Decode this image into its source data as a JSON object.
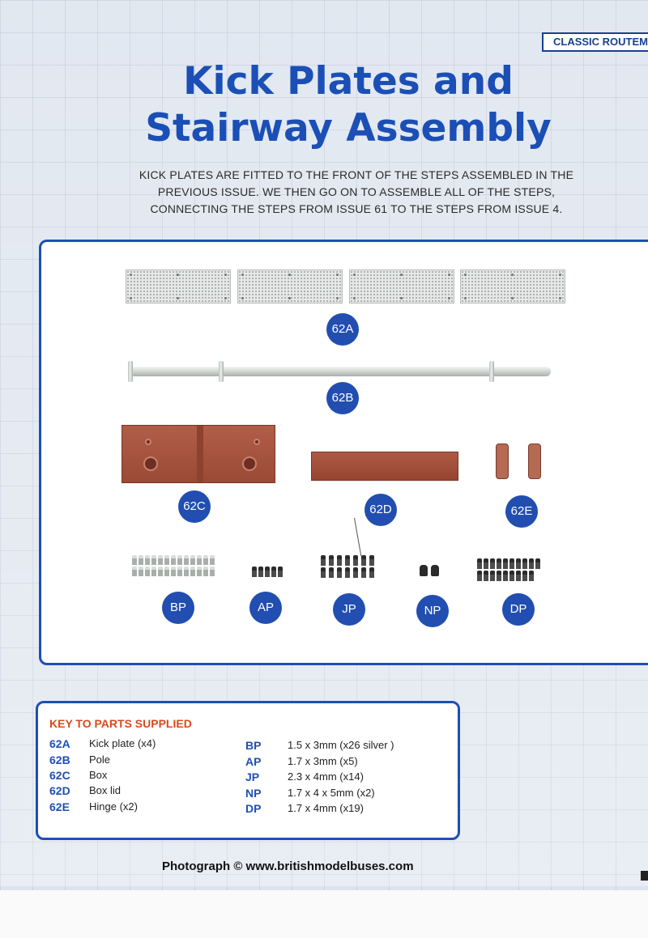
{
  "series": "CLASSIC ROUTEMASTER",
  "title": {
    "line1": "Kick Plates and",
    "line2": "Stairway Assembly"
  },
  "intro": "KICK PLATES ARE FITTED TO THE FRONT OF THE STEPS ASSEMBLED IN THE PREVIOUS ISSUE. WE THEN GO ON TO ASSEMBLE ALL OF THE STEPS, CONNECTING THE STEPS FROM ISSUE 61 TO THE STEPS FROM ISSUE 4.",
  "labels": {
    "p62a": "62A",
    "p62b": "62B",
    "p62c": "62C",
    "p62d": "62D",
    "p62e": "62E",
    "bp": "BP",
    "ap": "AP",
    "jp": "JP",
    "np": "NP",
    "dp": "DP"
  },
  "key": {
    "title": "KEY TO PARTS SUPPLIED",
    "left": [
      {
        "code": "62A",
        "desc": "Kick plate (x4)"
      },
      {
        "code": "62B",
        "desc": "Pole"
      },
      {
        "code": "62C",
        "desc": "Box"
      },
      {
        "code": "62D",
        "desc": "Box lid"
      },
      {
        "code": "62E",
        "desc": "Hinge (x2)"
      }
    ],
    "right": [
      {
        "code": "BP",
        "desc": "1.5 x 3mm (x26 silver )"
      },
      {
        "code": "AP",
        "desc": "1.7 x 3mm (x5)"
      },
      {
        "code": "JP",
        "desc": "2.3 x 4mm (x14)"
      },
      {
        "code": "NP",
        "desc": "1.7 x 4 x 5mm (x2)"
      },
      {
        "code": "DP",
        "desc": "1.7 x 4mm (x19)"
      }
    ]
  },
  "credit": "Photograph © www.britishmodelbuses.com",
  "colors": {
    "accent": "#1e4fb3",
    "title": "#1b4fb6",
    "key_title": "#d94a1e",
    "part_red": "#a65340"
  }
}
